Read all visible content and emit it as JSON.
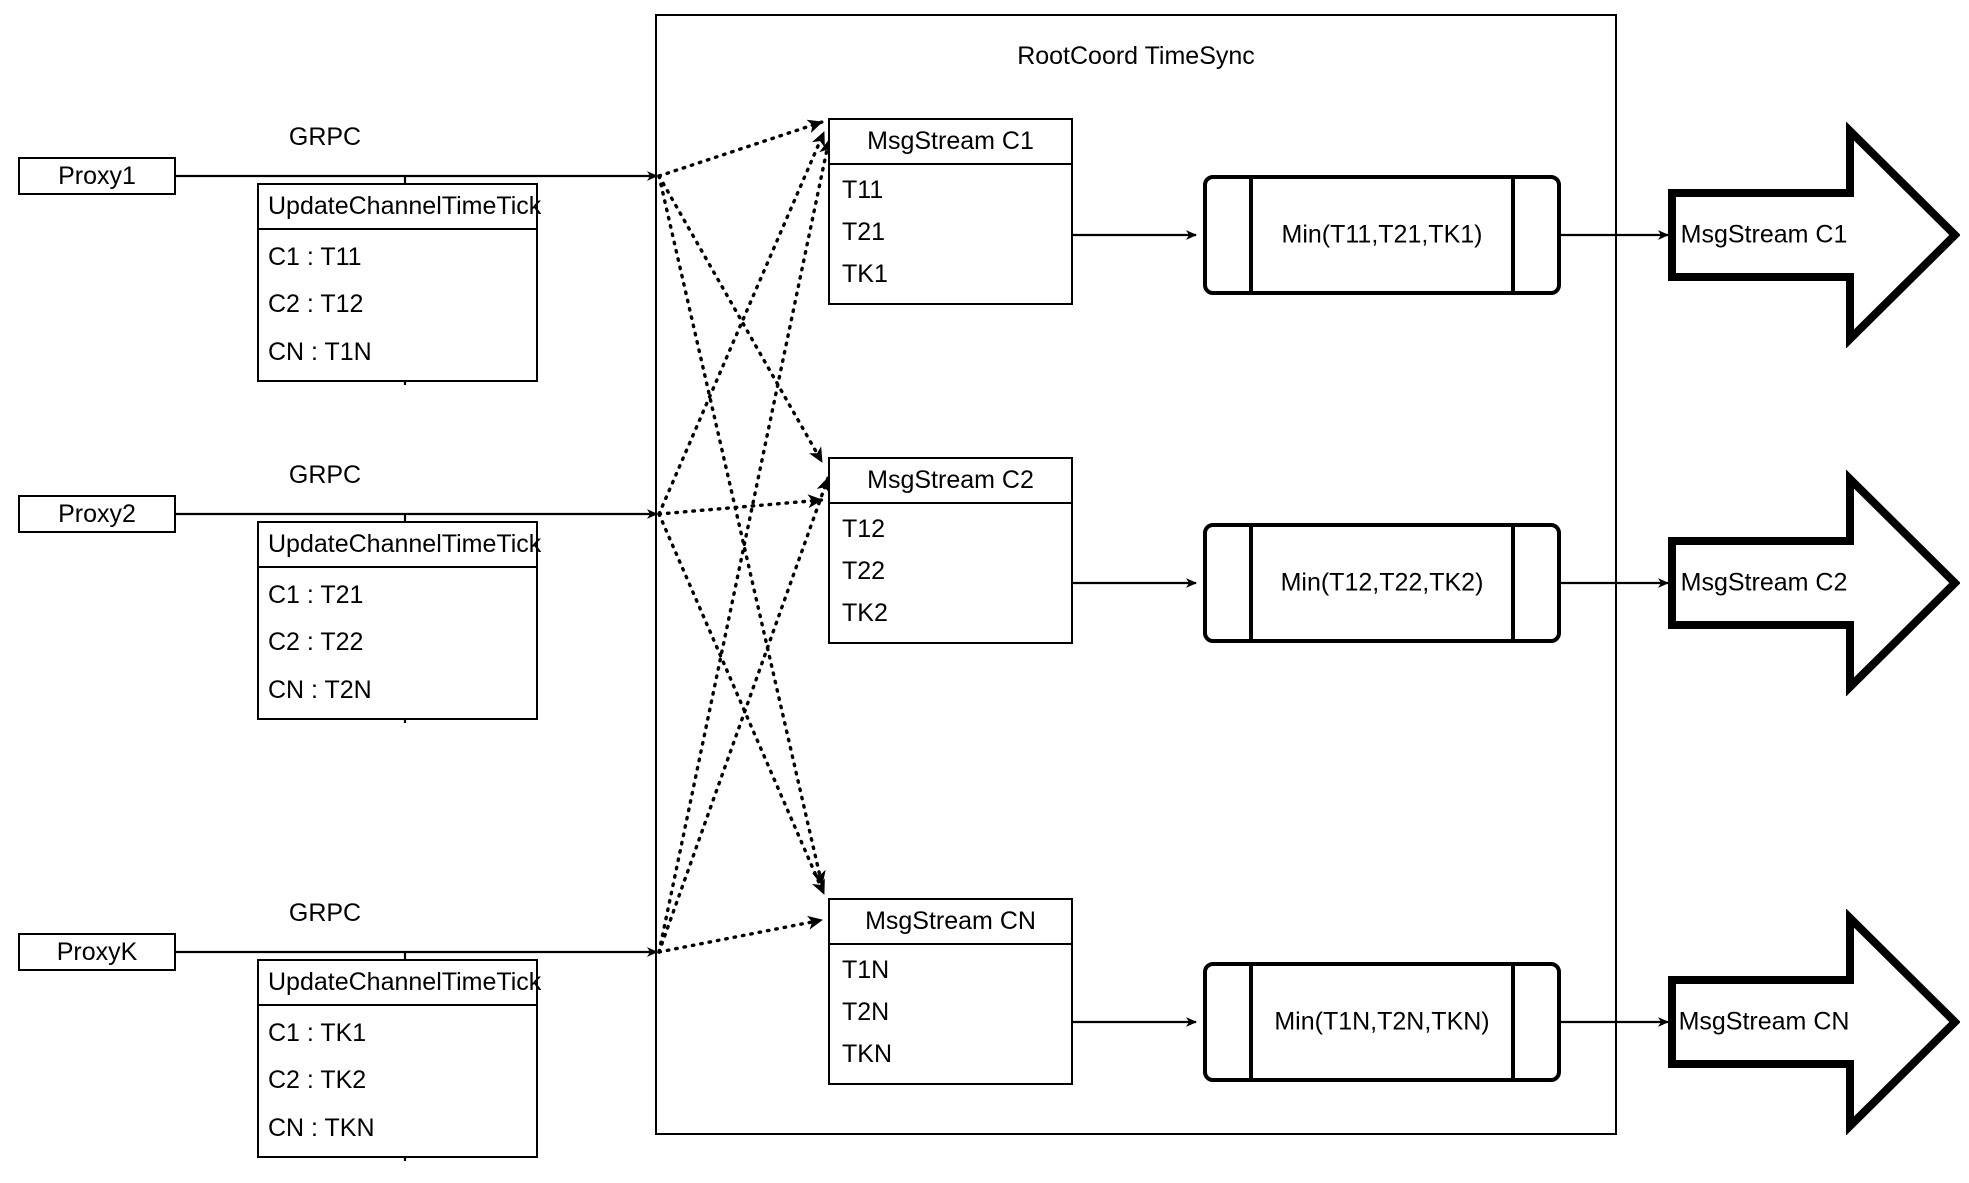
{
  "diagram": {
    "container_title": "RootCoord TimeSync",
    "link_label": "GRPC",
    "tick_table_title": "UpdateChannelTimeTick"
  },
  "rows": [
    {
      "proxy": "Proxy1",
      "grpc": "GRPC",
      "tick_title": "UpdateChannelTimeTick",
      "ticks": [
        "C1 :  T11",
        "C2 :  T12",
        "CN : T1N"
      ],
      "msgstream_title": "MsgStream C1",
      "msgstream_values": [
        "T11",
        "T21",
        "TK1"
      ],
      "min_label": "Min(T11,T21,TK1)",
      "output_label": "MsgStream C1"
    },
    {
      "proxy": "Proxy2",
      "grpc": "GRPC",
      "tick_title": "UpdateChannelTimeTick",
      "ticks": [
        "C1 :  T21",
        "C2 :  T22",
        "CN : T2N"
      ],
      "msgstream_title": "MsgStream C2",
      "msgstream_values": [
        "T12",
        "T22",
        "TK2"
      ],
      "min_label": "Min(T12,T22,TK2)",
      "output_label": "MsgStream C2"
    },
    {
      "proxy": "ProxyK",
      "grpc": "GRPC",
      "tick_title": "UpdateChannelTimeTick",
      "ticks": [
        "C1 :  TK1",
        "C2 :  TK2",
        "CN : TKN"
      ],
      "msgstream_title": "MsgStream CN",
      "msgstream_values": [
        "T1N",
        "T2N",
        "TKN"
      ],
      "min_label": "Min(T1N,T2N,TKN)",
      "output_label": "MsgStream CN"
    }
  ],
  "colors": {
    "stroke": "#000000",
    "background": "#ffffff"
  }
}
